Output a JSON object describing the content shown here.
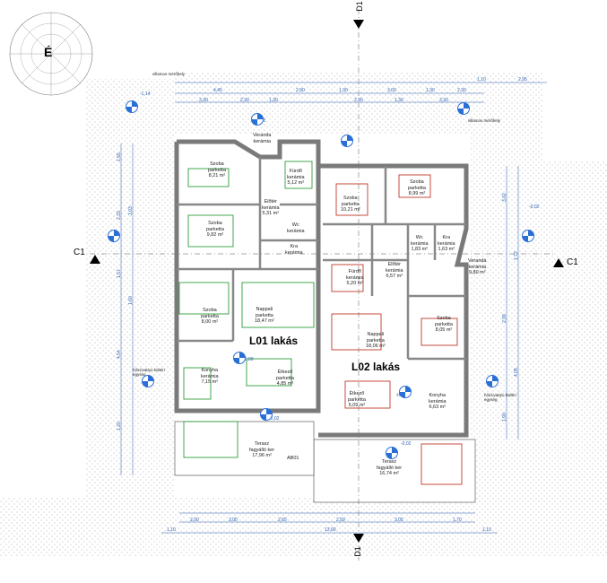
{
  "compass": {
    "label": "É"
  },
  "sections": {
    "c1_left": "C1",
    "c1_right": "C1",
    "d1_top": "D1",
    "d1_bottom": "D1"
  },
  "units": [
    {
      "label": "L01 lakás"
    },
    {
      "label": "L02 lakás"
    }
  ],
  "rooms": [
    {
      "name": "Szoba",
      "floor": "parketta",
      "area": "8,21 m²"
    },
    {
      "name": "Fürdő",
      "floor": "kerámia",
      "area": "5,12 m²"
    },
    {
      "name": "Szoba",
      "floor": "parketta",
      "area": "9,82 m²"
    },
    {
      "name": "Előtér",
      "floor": "kerámia",
      "area": "5,31 m²"
    },
    {
      "name": "Wc",
      "floor": "kerámia",
      "area": ""
    },
    {
      "name": "Kra",
      "floor": "kerámia",
      "area": ""
    },
    {
      "name": "Szoba",
      "floor": "parketta",
      "area": "8,00 m²"
    },
    {
      "name": "Nappali",
      "floor": "parketta",
      "area": "18,47 m²"
    },
    {
      "name": "Konyha",
      "floor": "kerámia",
      "area": "7,15 m²"
    },
    {
      "name": "Étkező",
      "floor": "parketta",
      "area": "4,85 m²"
    },
    {
      "name": "Terasz",
      "floor": "fagyálló ker",
      "area": "17,96 m²"
    },
    {
      "name": "Szoba",
      "floor": "parketta",
      "area": "10,21 m²"
    },
    {
      "name": "Szoba",
      "floor": "parketta",
      "area": "8,99 m²"
    },
    {
      "name": "Fürdő",
      "floor": "kerámia",
      "area": "5,20 m²"
    },
    {
      "name": "Előtér",
      "floor": "kerámia",
      "area": "6,57 m²"
    },
    {
      "name": "Wc",
      "floor": "kerámia",
      "area": "1,83 m²"
    },
    {
      "name": "Kra",
      "floor": "kerámia",
      "area": "1,63 m²"
    },
    {
      "name": "Veranda",
      "floor": "kerámia",
      "area": "9,80 m²"
    },
    {
      "name": "Nappali",
      "floor": "parketta",
      "area": "18,06 m²"
    },
    {
      "name": "Szoba",
      "floor": "parketta",
      "area": "8,05 m²"
    },
    {
      "name": "Étkező",
      "floor": "parketta",
      "area": "5,09 m²"
    },
    {
      "name": "Konyha",
      "floor": "kerámia",
      "area": "6,63 m²"
    },
    {
      "name": "Terasz",
      "floor": "fagyálló ker",
      "area": "16,74 m²"
    },
    {
      "name": "Veranda",
      "floor": "kerámia",
      "area": ""
    }
  ],
  "notes": {
    "villamos_left": "villamos mérőhely",
    "villamos_right": "villamos mérőhely",
    "mosogep_left": "hőszivattyú kültéri egység",
    "mosogep_right": "hőszivattyú kültéri egység",
    "wall_tag": "AB01"
  },
  "dimensions": {
    "top_row": [
      "4,45",
      "2,90",
      "1,30",
      "3,00",
      "1,30",
      "2,30",
      "1,10",
      "2,95"
    ],
    "top_row2": [
      "3,30",
      "2,30",
      "1,30",
      "2,30",
      "1,30",
      "3,30"
    ],
    "bottom_row1": [
      "2,00",
      "3,05",
      "2,65",
      "2,59",
      "3,05",
      "1,70"
    ],
    "bottom_row2": [
      "1,10",
      "13,60",
      "1,10"
    ],
    "left_col": [
      "1,55",
      "2,33",
      "3,03",
      "1,57",
      "1,60",
      "4,54",
      "1,20"
    ],
    "right_col": [
      "3,02",
      "1,72",
      "2,99",
      "4,05",
      "1,90"
    ],
    "levels": [
      "-1,14",
      "-0,02",
      "±0,00",
      "-0,02",
      "-0,02",
      "±0,00",
      "-0,02"
    ]
  }
}
